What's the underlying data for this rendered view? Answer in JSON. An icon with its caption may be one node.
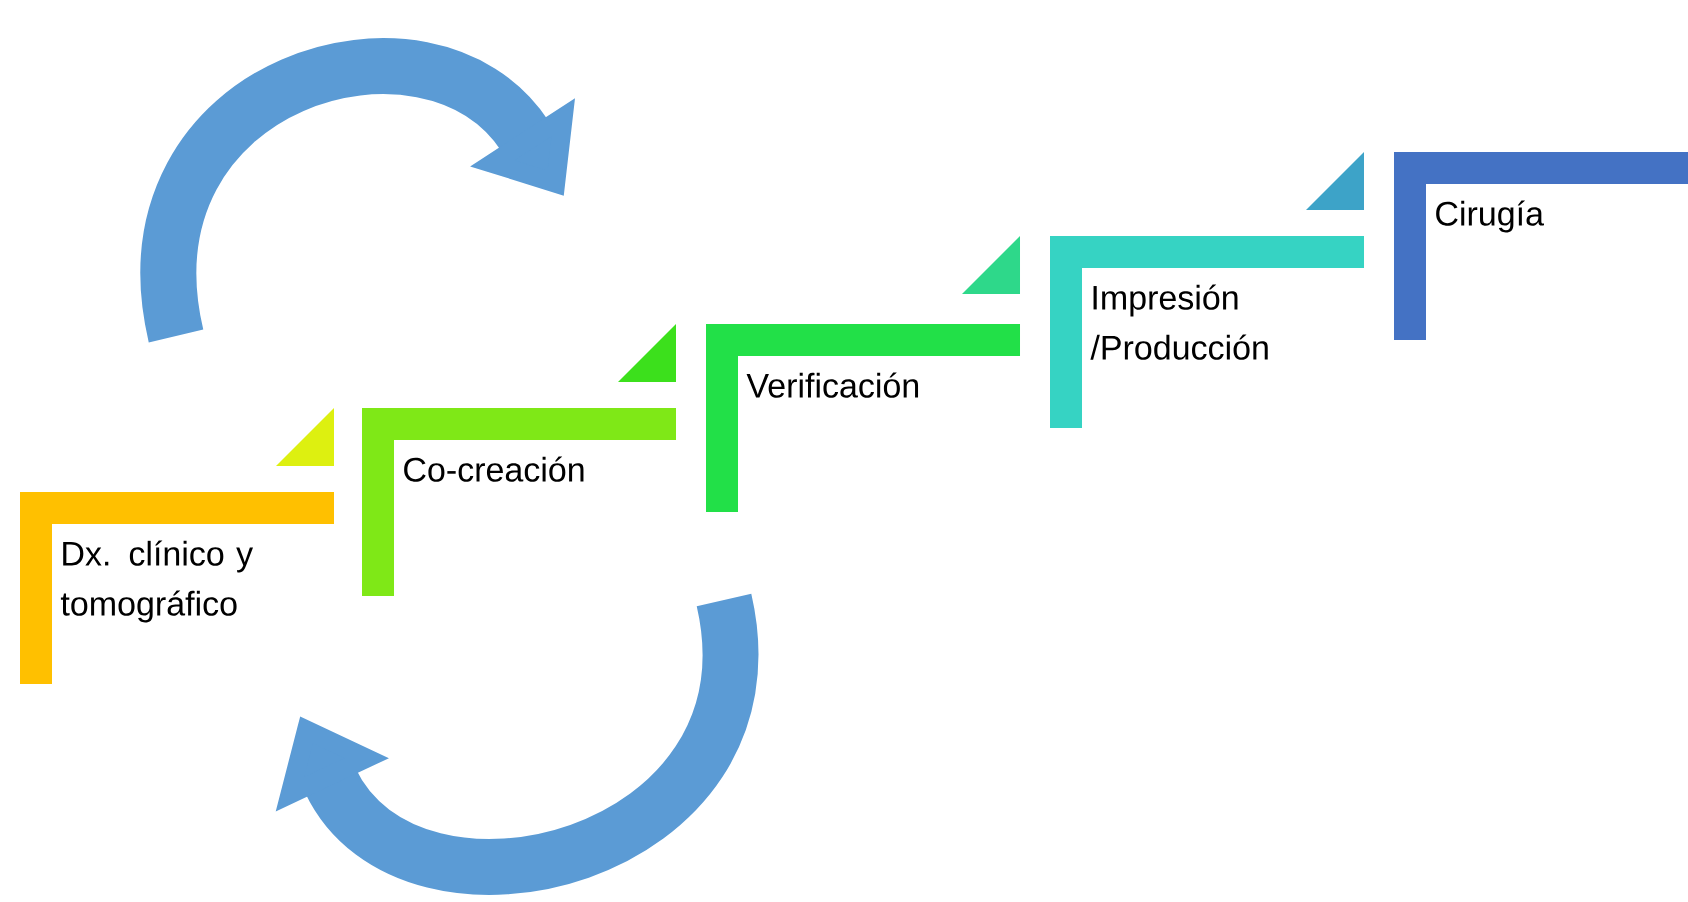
{
  "diagram": {
    "nodes": [
      {
        "text": [
          "Dx. clínico y tomográfico"
        ]
      },
      {
        "text": [
          "Co-creación"
        ]
      },
      {
        "text": [
          "Verificación"
        ]
      },
      {
        "text": [
          "Impresión /Producción"
        ]
      },
      {
        "text": [
          "Cirugía"
        ]
      }
    ]
  }
}
